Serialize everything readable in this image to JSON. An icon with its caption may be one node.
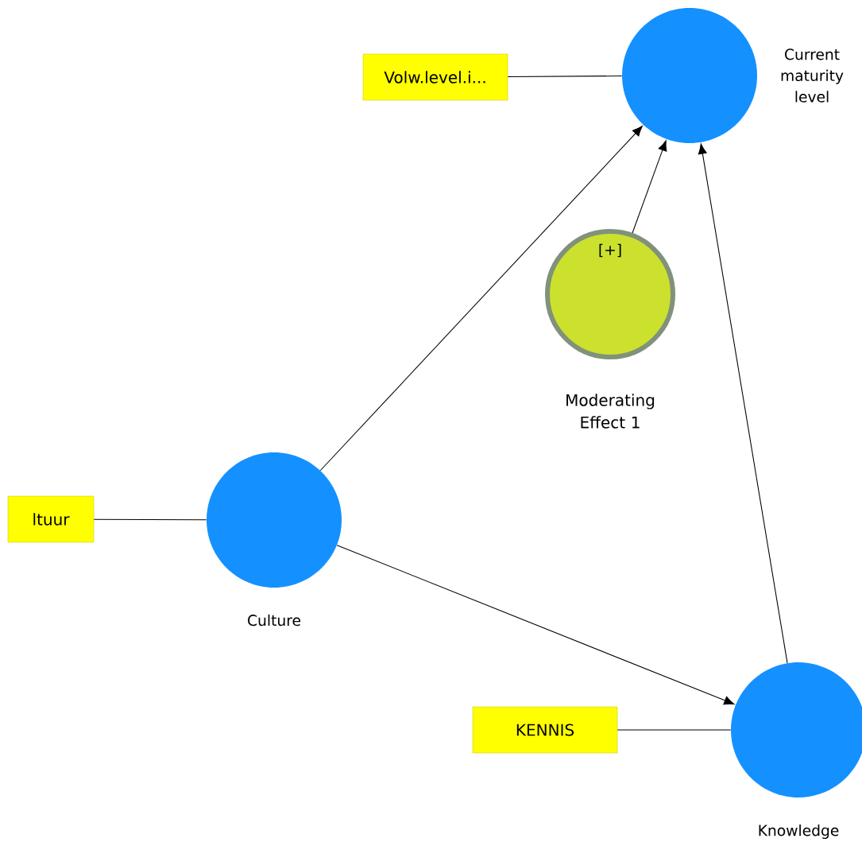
{
  "diagram": {
    "nodes": [
      {
        "text": [
          "Volw.level.i..."
        ]
      },
      {
        "text": [
          "Current maturity level"
        ]
      },
      {
        "text": [
          "[+]",
          "Moderating Effect 1"
        ]
      },
      {
        "text": [
          "ltuur"
        ]
      },
      {
        "text": [
          "Culture"
        ]
      },
      {
        "text": [
          "KENNIS"
        ]
      },
      {
        "text": [
          "Knowledge"
        ]
      }
    ],
    "edges": [
      {
        "from": 0,
        "to": 1,
        "arrow": "none"
      },
      {
        "from": 3,
        "to": 4,
        "arrow": "none"
      },
      {
        "from": 5,
        "to": 6,
        "arrow": "none"
      },
      {
        "from": 4,
        "to": 1,
        "arrow": "to"
      },
      {
        "from": 2,
        "to": 1,
        "arrow": "to"
      },
      {
        "from": 6,
        "to": 1,
        "arrow": "to"
      },
      {
        "from": 4,
        "to": 6,
        "arrow": "to"
      }
    ]
  }
}
